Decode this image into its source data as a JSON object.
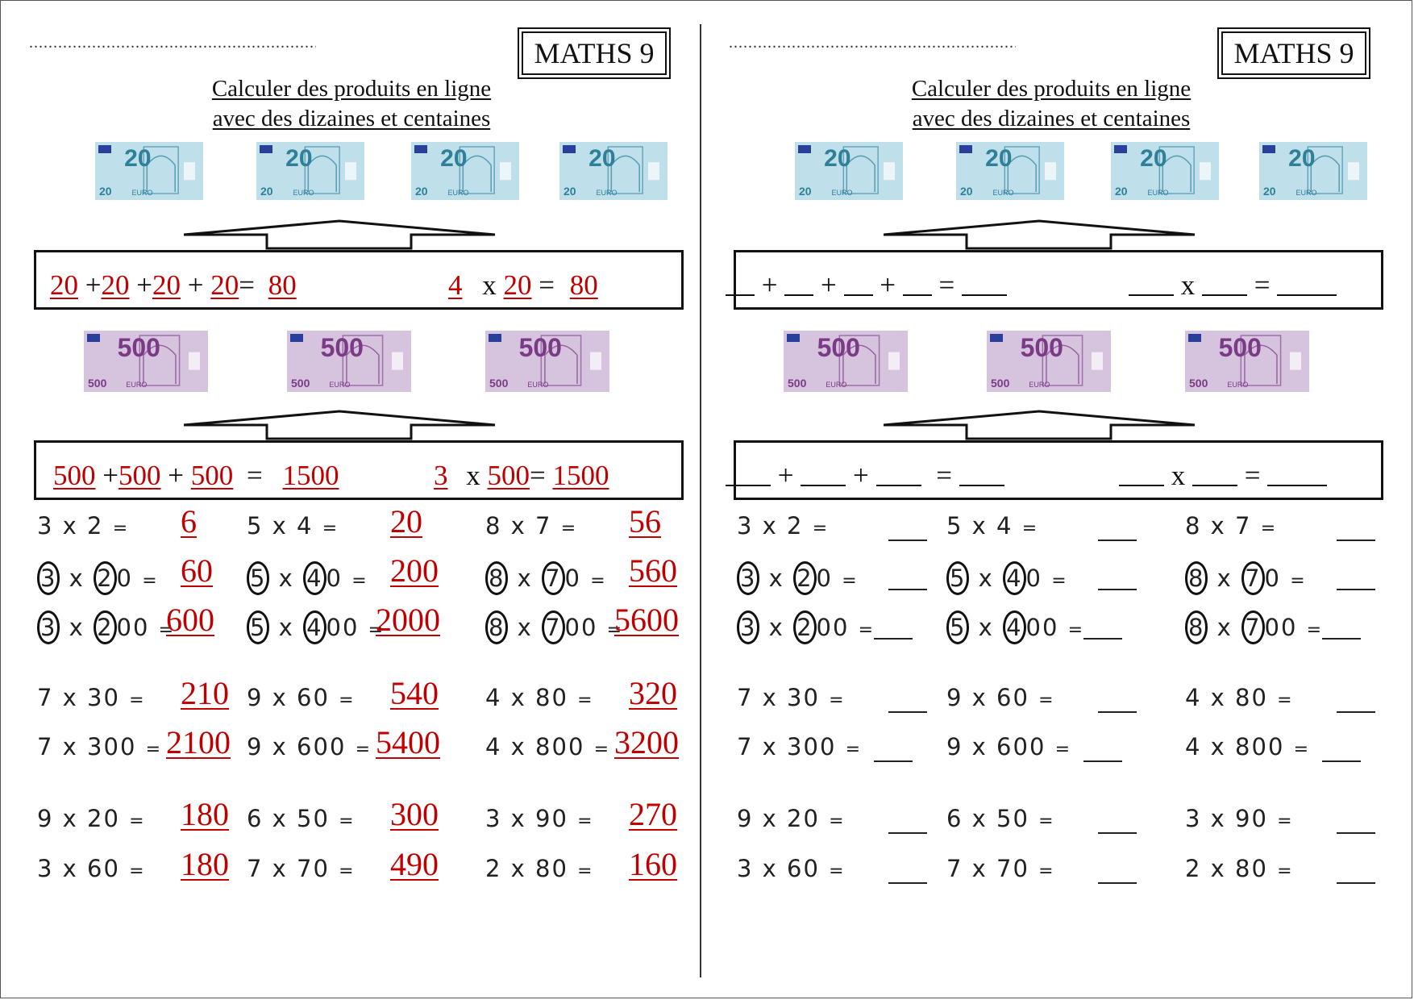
{
  "header": {
    "badge": "MATHS 9",
    "title_line1": "Calculer des produits en ligne",
    "title_line2": "avec des dizaines et centaines",
    "name_line": "..............................................................."
  },
  "colors": {
    "answer": "#c00000",
    "note20_bg": "#bfe0ea",
    "note20_fg": "#2e7f9a",
    "note500_bg": "#d6c3de",
    "note500_fg": "#7a3a86"
  },
  "notes": {
    "n20": "20",
    "n500": "500",
    "euro": "EURO"
  },
  "box1": {
    "a": "20",
    "b": "20",
    "c": "20",
    "d": "20",
    "sum": "80",
    "factor": "4",
    "mult": "20",
    "product": "80"
  },
  "box2": {
    "a": "500",
    "b": "500",
    "c": "500",
    "sum": "1500",
    "factor": "3",
    "mult": "500",
    "product": "1500"
  },
  "ops": {
    "plus": "+",
    "times": "x",
    "equals": "="
  },
  "exercises": {
    "r1": [
      {
        "e": "3 x 2",
        "a": "6"
      },
      {
        "e": "5 x 4",
        "a": "20"
      },
      {
        "e": "8 x 7",
        "a": "56"
      }
    ],
    "r2": [
      {
        "c1": "3",
        "x": "x",
        "c2": "2",
        "z": "0",
        "a": "60"
      },
      {
        "c1": "5",
        "x": "x",
        "c2": "4",
        "z": "0",
        "a": "200"
      },
      {
        "c1": "8",
        "x": "x",
        "c2": "7",
        "z": "0",
        "a": "560"
      }
    ],
    "r3": [
      {
        "c1": "3",
        "x": "x",
        "c2": "2",
        "z": "00",
        "a": "600"
      },
      {
        "c1": "5",
        "x": "x",
        "c2": "4",
        "z": "00",
        "a": "2000"
      },
      {
        "c1": "8",
        "x": "x",
        "c2": "7",
        "z": "00",
        "a": "5600"
      }
    ],
    "r4": [
      {
        "e": "7 x 30",
        "a": "210"
      },
      {
        "e": "9 x 60",
        "a": "540"
      },
      {
        "e": "4 x 80",
        "a": "320"
      }
    ],
    "r5": [
      {
        "e": "7 x 300",
        "a": "2100"
      },
      {
        "e": "9 x 600",
        "a": "5400"
      },
      {
        "e": "4 x 800",
        "a": "3200"
      }
    ],
    "r6": [
      {
        "e": "9 x 20",
        "a": "180"
      },
      {
        "e": "6 x 50",
        "a": "300"
      },
      {
        "e": "3 x 90",
        "a": "270"
      }
    ],
    "r7": [
      {
        "e": "3 x 60",
        "a": "180"
      },
      {
        "e": "7 x 70",
        "a": "490"
      },
      {
        "e": "2 x 80",
        "a": "160"
      }
    ]
  }
}
